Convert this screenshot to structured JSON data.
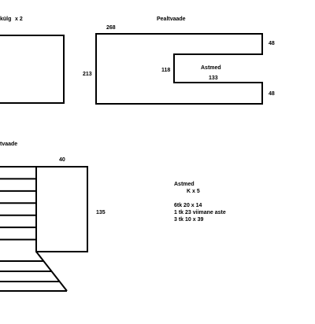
{
  "drawing": {
    "side_view": {
      "title": "külg",
      "quantity": "x 2"
    },
    "top_view": {
      "title": "Pealtvaade",
      "width": "268",
      "height": "213",
      "arm_depth": "48",
      "arm_depth_bottom": "48",
      "notch_height": "118",
      "notch_length": "133",
      "notch_label": "Astmed"
    },
    "front_view": {
      "title": "tvaade",
      "width": "40",
      "height": "135",
      "step_count": 7
    },
    "notes": {
      "heading": "Astmed",
      "sub": "K x 5",
      "items": [
        "6tk  20 x 14",
        "1 tk 23 viimane aste",
        "3 tk 10 x 39"
      ]
    }
  }
}
